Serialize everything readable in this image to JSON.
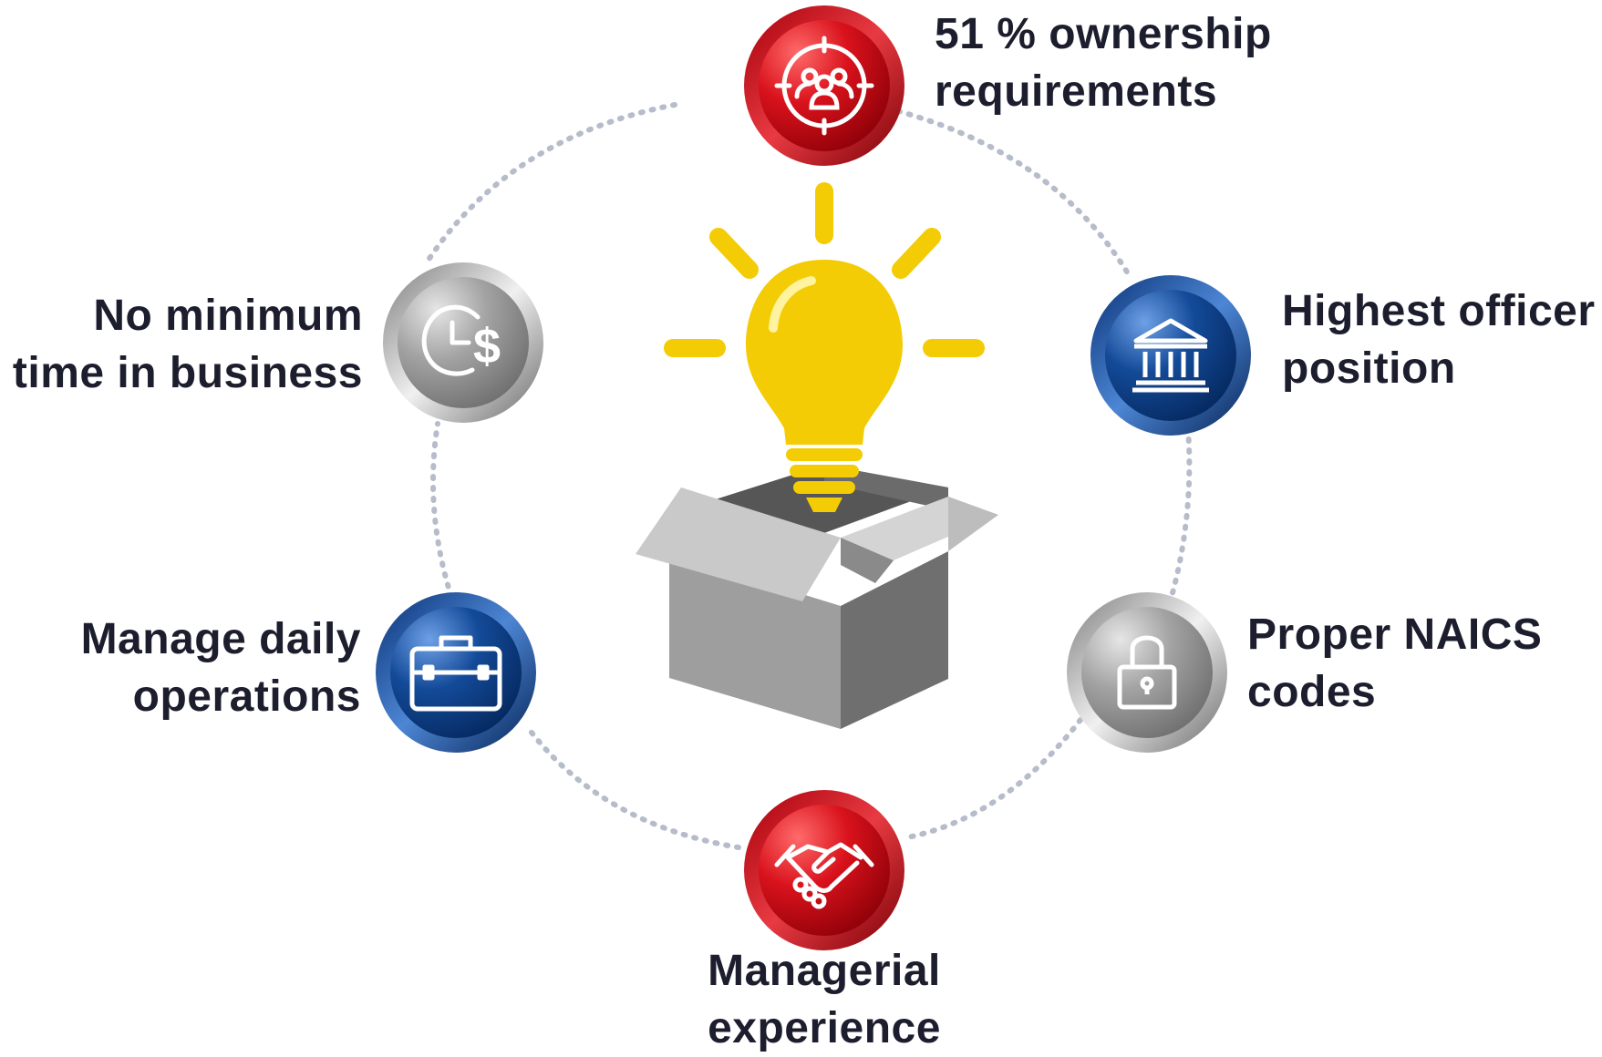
{
  "colors": {
    "red": "#d0101a",
    "blue": "#0f3f86",
    "gray": "#9b9b9b",
    "bulb_yellow": "#f3cc05",
    "dotted_ring": "#b7bccb",
    "text": "#1c1e2e"
  },
  "nodes": [
    {
      "id": "ownership",
      "icon": "team-target-icon",
      "color": "red",
      "lines": [
        "51 % ownership",
        "requirements"
      ]
    },
    {
      "id": "officer",
      "icon": "bank-building-icon",
      "color": "blue",
      "lines": [
        "Highest officer",
        "position"
      ]
    },
    {
      "id": "naics",
      "icon": "lock-icon",
      "color": "gray",
      "lines": [
        "Proper NAICS",
        "codes"
      ]
    },
    {
      "id": "experience",
      "icon": "handshake-icon",
      "color": "red",
      "lines": [
        "Managerial",
        "experience"
      ]
    },
    {
      "id": "operations",
      "icon": "briefcase-icon",
      "color": "blue",
      "lines": [
        "Manage daily",
        "operations"
      ]
    },
    {
      "id": "time",
      "icon": "clock-dollar-icon",
      "color": "gray",
      "lines": [
        "No minimum",
        "time in business"
      ]
    }
  ],
  "center": {
    "icon": "lightbulb-in-box-icon"
  }
}
